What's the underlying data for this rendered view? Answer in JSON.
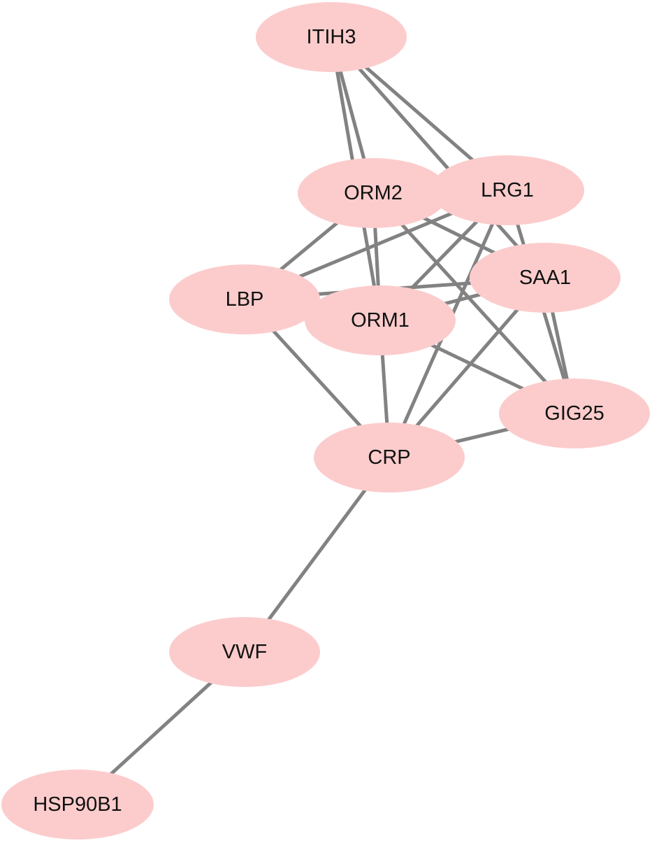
{
  "colors": {
    "background": "#ffffff",
    "node_fill": "#fccccc",
    "edge": "#828282",
    "label": "#111111"
  },
  "network": {
    "nodes": [
      {
        "id": "ITIH3",
        "label": "ITIH3"
      },
      {
        "id": "ORM2",
        "label": "ORM2"
      },
      {
        "id": "LRG1",
        "label": "LRG1"
      },
      {
        "id": "SAA1",
        "label": "SAA1"
      },
      {
        "id": "LBP",
        "label": "LBP"
      },
      {
        "id": "ORM1",
        "label": "ORM1"
      },
      {
        "id": "GIG25",
        "label": "GIG25"
      },
      {
        "id": "CRP",
        "label": "CRP"
      },
      {
        "id": "VWF",
        "label": "VWF"
      },
      {
        "id": "HSP90B1",
        "label": "HSP90B1"
      }
    ],
    "edges": [
      {
        "source": "ITIH3",
        "target": "ORM2"
      },
      {
        "source": "ITIH3",
        "target": "ORM1"
      },
      {
        "source": "ITIH3",
        "target": "LRG1"
      },
      {
        "source": "ITIH3",
        "target": "SAA1"
      },
      {
        "source": "ORM2",
        "target": "LBP"
      },
      {
        "source": "ORM2",
        "target": "ORM1"
      },
      {
        "source": "ORM2",
        "target": "SAA1"
      },
      {
        "source": "ORM2",
        "target": "GIG25"
      },
      {
        "source": "LRG1",
        "target": "LBP"
      },
      {
        "source": "LRG1",
        "target": "ORM1"
      },
      {
        "source": "LRG1",
        "target": "GIG25"
      },
      {
        "source": "LRG1",
        "target": "CRP"
      },
      {
        "source": "SAA1",
        "target": "LBP"
      },
      {
        "source": "SAA1",
        "target": "ORM1"
      },
      {
        "source": "SAA1",
        "target": "GIG25"
      },
      {
        "source": "SAA1",
        "target": "CRP"
      },
      {
        "source": "LBP",
        "target": "CRP"
      },
      {
        "source": "ORM1",
        "target": "CRP"
      },
      {
        "source": "ORM1",
        "target": "GIG25"
      },
      {
        "source": "GIG25",
        "target": "CRP"
      },
      {
        "source": "CRP",
        "target": "VWF"
      },
      {
        "source": "VWF",
        "target": "HSP90B1"
      }
    ]
  }
}
